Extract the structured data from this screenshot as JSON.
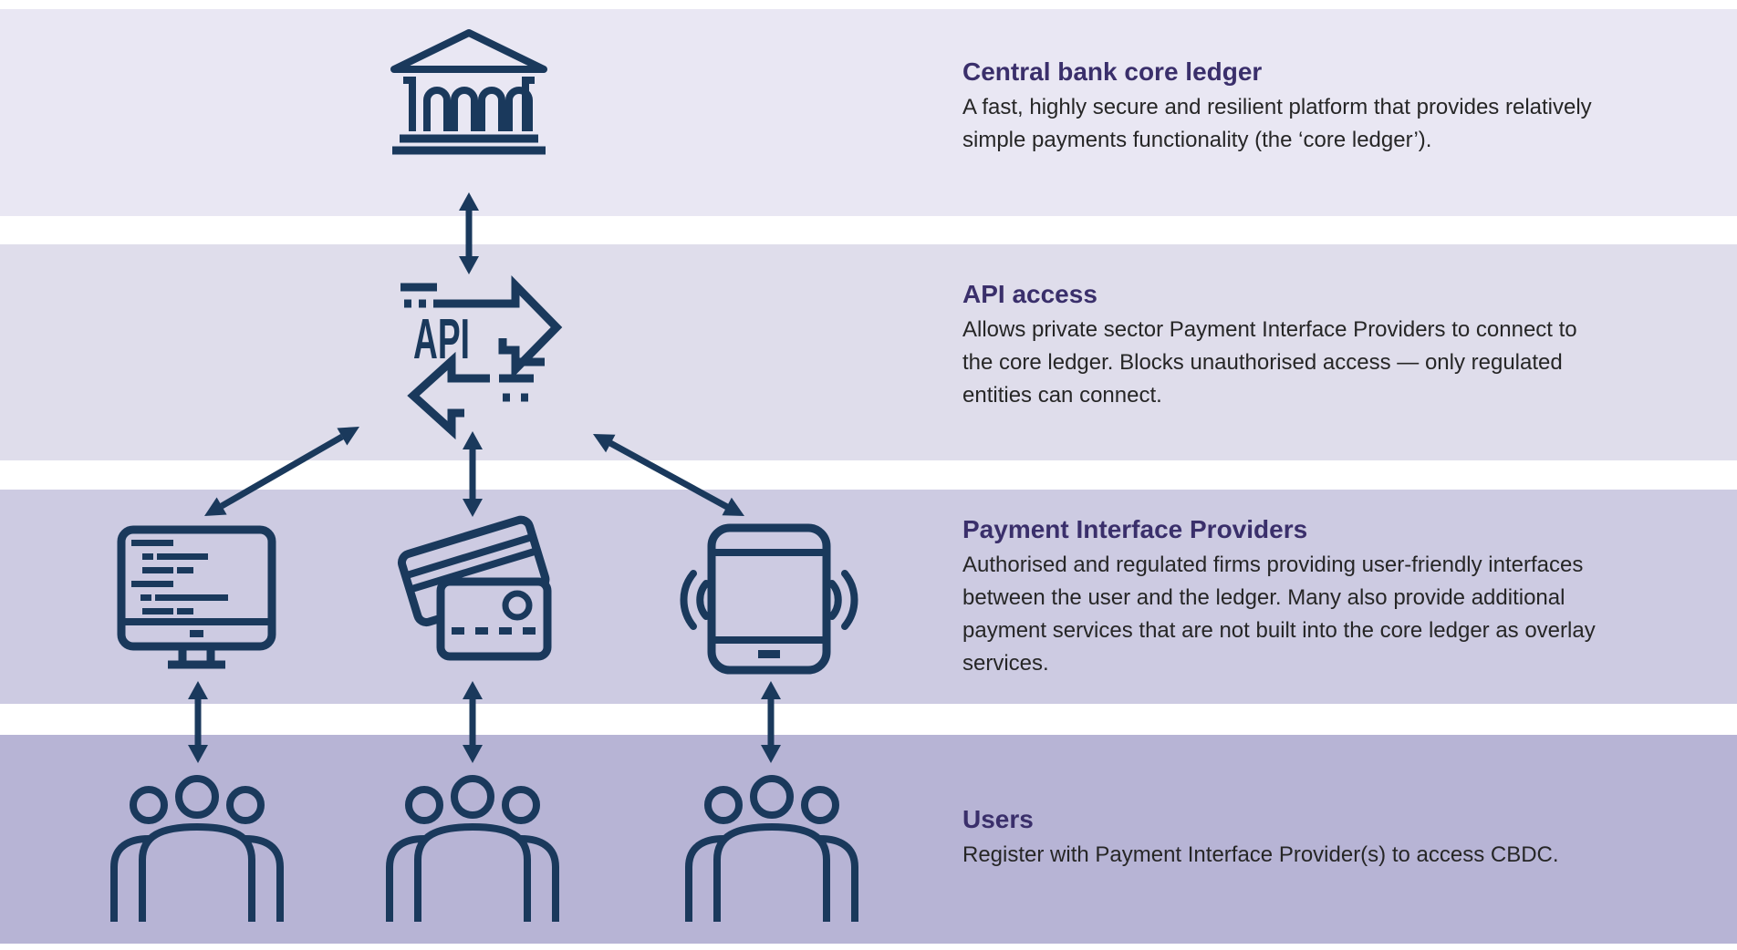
{
  "colors": {
    "page_bg": "#ffffff",
    "icon_navy": "#1a395c",
    "title_purple": "#3a2f6b",
    "body_text": "#262626",
    "band1_bg": "#e9e7f3",
    "band2_bg": "#dfddeb",
    "band3_bg": "#cdcbe2",
    "band4_bg": "#b7b4d5"
  },
  "bands": [
    {
      "id": "central-bank-core-ledger",
      "title": "Central bank core ledger",
      "body": "A fast, highly secure and resilient platform that provides relatively\nsimple payments functionality (the ‘core ledger’).",
      "icons": [
        "bank-icon"
      ]
    },
    {
      "id": "api-access",
      "title": "API access",
      "body": "Allows private sector Payment Interface Providers to connect to\nthe core ledger. Blocks unauthorised access — only regulated\nentities can connect.",
      "icons": [
        "api-icon"
      ]
    },
    {
      "id": "payment-interface-providers",
      "title": "Payment Interface Providers",
      "body": "Authorised and regulated firms providing user-friendly interfaces\nbetween the user and the ledger. Many also provide additional\npayment services that are not built into the core ledger as overlay\nservices.",
      "icons": [
        "desktop-computer-icon",
        "bank-cards-icon",
        "smartphone-icon"
      ]
    },
    {
      "id": "users",
      "title": "Users",
      "body": "Register with Payment Interface Provider(s) to access CBDC.",
      "icons": [
        "user-group-icon",
        "user-group-icon",
        "user-group-icon"
      ]
    }
  ],
  "api_icon_label": "API",
  "connectors": [
    "arrow-bank-to-api",
    "arrow-api-to-computer",
    "arrow-api-to-cards",
    "arrow-api-to-phone",
    "arrow-computer-to-users",
    "arrow-cards-to-users",
    "arrow-phone-to-users"
  ]
}
